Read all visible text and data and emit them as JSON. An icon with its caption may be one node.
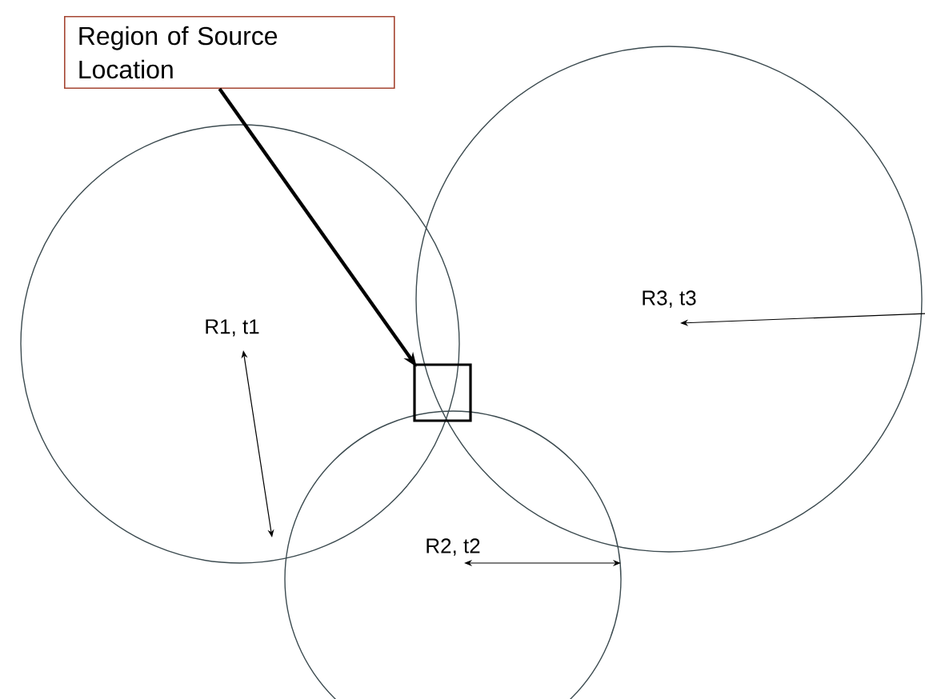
{
  "diagram": {
    "nodes": [
      {
        "text": [
          "Region of Source Location"
        ]
      },
      {
        "text": [],
        "shape": "box"
      }
    ],
    "edges": [
      {
        "from": 0,
        "to": 1,
        "arrow": "to"
      }
    ],
    "labels": [
      "R1, t1",
      "R3, t3",
      "R2, t2"
    ]
  }
}
